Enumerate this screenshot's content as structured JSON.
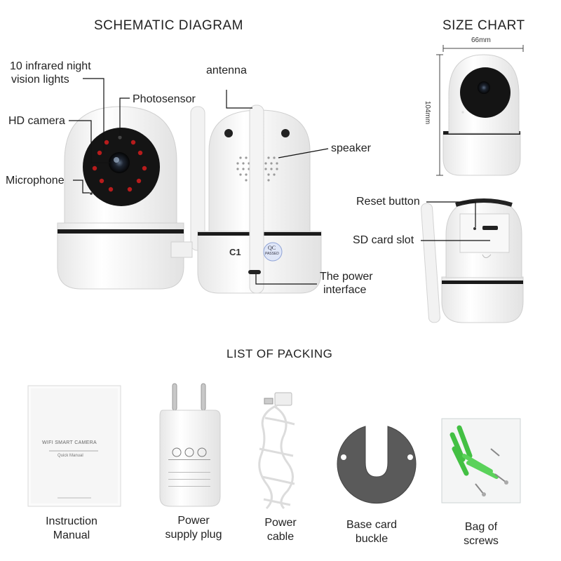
{
  "headings": {
    "schematic": "SCHEMATIC DIAGRAM",
    "size_chart": "SIZE CHART",
    "packing": "LIST OF PACKING"
  },
  "callouts": {
    "infrared_line1": "10 infrared night",
    "infrared_line2": "vision lights",
    "photosensor": "Photosensor",
    "hd_camera": "HD camera",
    "microphone": "Microphone",
    "antenna": "antenna",
    "speaker": "speaker",
    "power_line1": "The power",
    "power_line2": "interface",
    "reset_button": "Reset button",
    "sd_card_slot": "SD card slot"
  },
  "dimensions": {
    "width": "66mm",
    "height": "104mm"
  },
  "camera_markings": {
    "model": "C1",
    "qc_top": "QC",
    "qc_bottom": "PASSED"
  },
  "manual": {
    "title": "WIFI SMART CAMERA",
    "subtitle": "Quick Manual"
  },
  "packing_items": [
    {
      "line1": "Instruction",
      "line2": "Manual"
    },
    {
      "line1": "Power",
      "line2": "supply plug"
    },
    {
      "line1": "Power",
      "line2": "cable"
    },
    {
      "line1": "Base card",
      "line2": "buckle"
    },
    {
      "line1": "Bag of",
      "line2": "screws"
    }
  ],
  "colors": {
    "camera_body": "#f4f4f4",
    "lens_black": "#111111",
    "ir_led": "#c62828",
    "base_card": "#555555",
    "screws_green": "#4caf50"
  }
}
